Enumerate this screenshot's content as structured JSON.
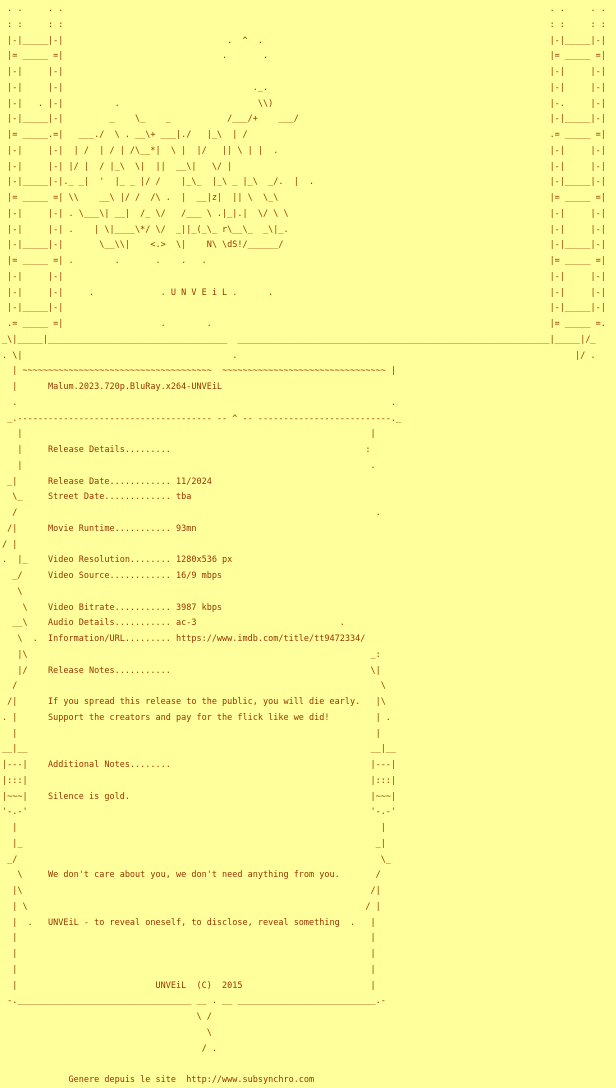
{
  "colors": {
    "background": "#ffff9c",
    "text": "#993300"
  },
  "release_name": "Malum.2023.720p.BluRay.x264-UNVEiL",
  "group_name": "UNVEiL",
  "logo_text": ". U N V E i L .",
  "release_details": {
    "heading": "Release Details.........",
    "release_date": "11/2024",
    "street_date": "tba",
    "movie_runtime": "93mn",
    "video_resolution": "1280x536 px",
    "video_source": "16/9 mbps",
    "video_bitrate": "3987 kbps",
    "audio_details": "ac-3",
    "information_url": "https://www.imdb.com/title/tt9472334/"
  },
  "release_notes": {
    "heading": "Release Notes...........",
    "lines": [
      "If you spread this release to the public, you will die early.",
      "Support the creators and pay for the flick like we did!"
    ]
  },
  "additional_notes": {
    "heading": "Additional Notes........",
    "lines": [
      "Silence is gold.",
      "We don't care about you, we don't need anything from you."
    ]
  },
  "tagline": "UNVEiL - to reveal oneself, to disclose, reveal something",
  "copyright_line": "UNVEiL  (C)  2015",
  "footer_credit": "Genere depuis le site  http://www.subsynchro.com",
  "logo_lines": [
    [
      [
        1,
        ". .     . ."
      ],
      [
        95,
        ". .     . ."
      ]
    ],
    [
      [
        1,
        ": :     : :"
      ],
      [
        95,
        ": :     : :"
      ]
    ],
    [
      [
        1,
        "|-|_____|-|"
      ],
      [
        32,
        ".  ^  ."
      ],
      [
        56,
        "|-|_____|-|"
      ]
    ],
    [
      [
        1,
        "|= _____ =|"
      ],
      [
        31,
        ".       ."
      ],
      [
        55,
        "|= _____ =|"
      ]
    ],
    [
      [
        1,
        "|-|     |-|"
      ],
      [
        95,
        "|-|     |-|"
      ]
    ],
    [
      [
        1,
        "|-|     |-|"
      ],
      [
        37,
        "._."
      ],
      [
        55,
        "|-|     |-|"
      ]
    ],
    [
      [
        1,
        "|-|   . |-|"
      ],
      [
        10,
        "."
      ],
      [
        27,
        "\\\\)"
      ],
      [
        54,
        "|-.     |-|"
      ]
    ],
    [
      [
        1,
        "|-|_____|-|"
      ],
      [
        9,
        "_"
      ],
      [
        4,
        "\\_"
      ],
      [
        4,
        "_"
      ],
      [
        11,
        "/___/+"
      ],
      [
        4,
        "___/"
      ],
      [
        49,
        "|-|_____|-|"
      ]
    ],
    [
      [
        1,
        "|= _____.=|"
      ],
      [
        3,
        "___./  \\ . __\\+ ___|./   |_\\  | /"
      ],
      [
        59,
        ".= _____ =|"
      ]
    ],
    [
      [
        1,
        "|-|     |-|"
      ],
      [
        2,
        "| /  | / | /\\__*|  \\ |  |/   || \\ | |  ."
      ],
      [
        53,
        "|-|     |-|"
      ]
    ],
    [
      [
        1,
        "|-|     |-|"
      ],
      [
        1,
        "|/ |  / |_\\  \\|  ||  __\\|   \\/ |"
      ],
      [
        62,
        "|-|     |-|"
      ]
    ],
    [
      [
        1,
        "|-|_____|-|"
      ],
      [
        0,
        "._ _|  '  |_ _ |/ /    |_\\_  |_\\ _ |_\\  _/.  |  ."
      ],
      [
        46,
        "|-|_____|-|"
      ]
    ],
    [
      [
        1,
        "|= _____ =|"
      ],
      [
        1,
        "\\\\    __\\ |/ /  /\\ .  |  __|z|  || \\  \\_\\"
      ],
      [
        53,
        "|= _____ =|"
      ]
    ],
    [
      [
        1,
        "|-|     |-|"
      ],
      [
        1,
        ". \\___\\| __|  /_ \\/   /___ \\ .|_|.|  \\/ \\ \\"
      ],
      [
        51,
        "|-|     |-|"
      ]
    ],
    [
      [
        1,
        "|-|     |-|"
      ],
      [
        1,
        ".    | \\|____\\*/ \\/  _||_(_\\_ r\\__\\_  _\\|_."
      ],
      [
        51,
        "|-|     |-|"
      ]
    ],
    [
      [
        1,
        "|-|_____|-|"
      ],
      [
        7,
        "\\__\\\\|    <.>  \\|    N\\ \\dS!/______/"
      ],
      [
        52,
        "|-|_____|-|"
      ]
    ],
    [
      [
        1,
        "|= _____ =|"
      ],
      [
        1,
        "."
      ],
      [
        8,
        "."
      ],
      [
        7,
        "."
      ],
      [
        4,
        "."
      ],
      [
        3,
        "."
      ],
      [
        67,
        "|= _____ =|"
      ]
    ],
    [
      [
        1,
        "|-|     |-|"
      ],
      [
        95,
        "|-|     |-|"
      ]
    ],
    [
      [
        1,
        "|-|     |-|"
      ],
      [
        5,
        "."
      ],
      [
        13,
        ". U N V E i L ."
      ],
      [
        6,
        "."
      ],
      [
        54,
        "|-|     |-|"
      ]
    ],
    [
      [
        1,
        "|-|_____|-|"
      ],
      [
        95,
        "|-|_____|-|"
      ]
    ],
    [
      [
        1,
        ".= _____ =|"
      ],
      [
        19,
        "."
      ],
      [
        8,
        "."
      ],
      [
        66,
        "|= _____ =."
      ]
    ],
    [
      [
        0,
        "_\\|_____|___________________________________"
      ],
      [
        2,
        "_____________________________________________________________|_____|/_"
      ]
    ],
    [
      [
        0,
        ". \\|"
      ],
      [
        41,
        "."
      ],
      [
        66,
        "|/ ."
      ]
    ]
  ],
  "body_lines": [
    [
      [
        2,
        "|"
      ],
      [
        1,
        "~~~~~~~~~~~~~~~~~~~~~~~~~~~~~~~~~~~~~"
      ],
      [
        2,
        "~~~~~~~~~~~~~~~~~~~~~~~~~~~~~~~~"
      ],
      [
        1,
        "|"
      ]
    ],
    [
      [
        2,
        "|"
      ],
      [
        6,
        "Malum.2023.720p.BluRay.x264-UNVEiL"
      ]
    ],
    [
      [
        2,
        "."
      ],
      [
        73,
        "."
      ]
    ],
    [
      [
        1,
        "_.-------------------------------------- -- ^ -- --------------------------._"
      ]
    ],
    [
      [
        3,
        "|"
      ],
      [
        68,
        "|"
      ]
    ],
    [
      [
        3,
        "|"
      ],
      [
        5,
        "Release Details........."
      ],
      [
        38,
        ":"
      ]
    ],
    [
      [
        3,
        "|"
      ],
      [
        68,
        "."
      ]
    ],
    [
      [
        1,
        "_|"
      ],
      [
        6,
        "Release Date............ 11/2024"
      ]
    ],
    [
      [
        2,
        "\\_"
      ],
      [
        5,
        "Street Date............. tba"
      ]
    ],
    [
      [
        2,
        "/"
      ],
      [
        70,
        "."
      ]
    ],
    [
      [
        1,
        "/|"
      ],
      [
        6,
        "Movie Runtime........... 93mn"
      ]
    ],
    [
      [
        0,
        "/ |"
      ]
    ],
    [
      [
        0,
        ".  |_"
      ],
      [
        4,
        "Video Resolution........ 1280x536 px"
      ]
    ],
    [
      [
        2,
        "_/"
      ],
      [
        5,
        "Video Source............ 16/9 mbps"
      ]
    ],
    [
      [
        3,
        "\\"
      ]
    ],
    [
      [
        4,
        "\\"
      ],
      [
        4,
        "Video Bitrate........... 3987 kbps"
      ]
    ],
    [
      [
        2,
        "__\\"
      ],
      [
        4,
        "Audio Details........... ac-3"
      ],
      [
        28,
        "."
      ]
    ],
    [
      [
        3,
        "\\"
      ],
      [
        2,
        "."
      ],
      [
        2,
        "Information/URL......... https://www.imdb.com/title/tt9472334/"
      ]
    ],
    [
      [
        3,
        "|\\"
      ],
      [
        67,
        "_:"
      ]
    ],
    [
      [
        3,
        "|/"
      ],
      [
        4,
        "Release Notes..........."
      ],
      [
        39,
        "\\|"
      ]
    ],
    [
      [
        2,
        "/"
      ],
      [
        71,
        "\\"
      ]
    ],
    [
      [
        1,
        "/|"
      ],
      [
        6,
        "If you spread this release to the public, you will die early."
      ],
      [
        3,
        "|\\"
      ]
    ],
    [
      [
        0,
        ". |"
      ],
      [
        6,
        "Support the creators and pay for the flick like we did!"
      ],
      [
        9,
        "| ."
      ]
    ],
    [
      [
        2,
        "|"
      ],
      [
        70,
        "|"
      ]
    ],
    [
      [
        0,
        "__|__"
      ],
      [
        67,
        "__|__"
      ]
    ],
    [
      [
        0,
        "|---|"
      ],
      [
        4,
        "Additional Notes........"
      ],
      [
        39,
        "|---|"
      ]
    ],
    [
      [
        0,
        "|:::|"
      ],
      [
        67,
        "|:::|"
      ]
    ],
    [
      [
        0,
        "|~~~|"
      ],
      [
        4,
        "Silence is gold."
      ],
      [
        47,
        "|~~~|"
      ]
    ],
    [
      [
        0,
        "'-.-'"
      ],
      [
        67,
        "'-.-'"
      ]
    ],
    [
      [
        2,
        "|"
      ],
      [
        71,
        "|"
      ]
    ],
    [
      [
        2,
        "|_"
      ],
      [
        69,
        "_|"
      ]
    ],
    [
      [
        1,
        "_/"
      ],
      [
        71,
        "\\_"
      ]
    ],
    [
      [
        3,
        "\\"
      ],
      [
        5,
        "We don't care about you, we don't need anything from you."
      ],
      [
        7,
        "/"
      ]
    ],
    [
      [
        2,
        "|\\"
      ],
      [
        68,
        "/|"
      ]
    ],
    [
      [
        2,
        "| \\"
      ],
      [
        66,
        "/ |"
      ]
    ],
    [
      [
        2,
        "|"
      ],
      [
        2,
        "."
      ],
      [
        3,
        "UNVEiL - to reveal oneself, to disclose, reveal something"
      ],
      [
        2,
        "."
      ],
      [
        3,
        "|"
      ]
    ],
    [
      [
        2,
        "|"
      ],
      [
        69,
        "|"
      ]
    ],
    [
      [
        2,
        "|"
      ],
      [
        69,
        "|"
      ]
    ],
    [
      [
        2,
        "|"
      ],
      [
        69,
        "|"
      ]
    ],
    [
      [
        2,
        "|"
      ],
      [
        27,
        "UNVEiL  (C)  2015"
      ],
      [
        25,
        "|"
      ]
    ],
    [
      [
        1,
        "-.__________________________________ __ . __ ___________________________.-"
      ]
    ],
    [
      [
        38,
        "\\ /"
      ]
    ],
    [
      [
        40,
        "\\"
      ]
    ],
    [
      [
        39,
        "/ ."
      ]
    ]
  ],
  "footer_lines": [
    [],
    [
      [
        13,
        "Genere depuis le site  http://www.subsynchro.com"
      ]
    ]
  ]
}
